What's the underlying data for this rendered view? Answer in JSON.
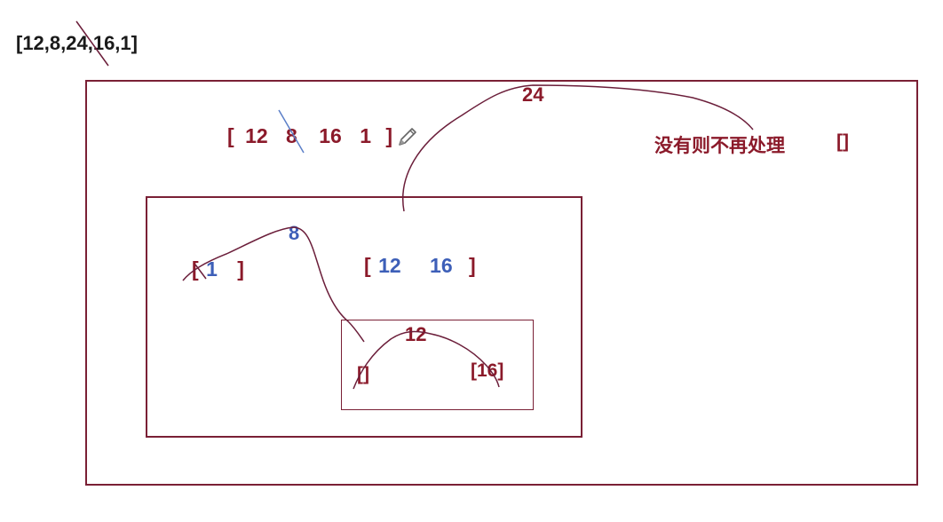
{
  "input_array": "[12,8,24,16,1]",
  "level1": {
    "pivot": "24",
    "left_values": [
      "12",
      "8",
      "16",
      "1"
    ],
    "right_note": "没有则不再处理",
    "right_result": "[]"
  },
  "level2": {
    "pivot": "8",
    "left_values": [
      "1"
    ],
    "right_values": [
      "12",
      "16"
    ]
  },
  "level3": {
    "pivot": "12",
    "left_result": "[]",
    "right_result": "[16]"
  },
  "colors": {
    "border": "#7a2035",
    "red_text": "#8b1a2a",
    "blue_text": "#3d5fb8",
    "ink": "#6b1e3a",
    "strike_blue": "#5b7fc8"
  },
  "icons": [
    "pencil-icon"
  ]
}
